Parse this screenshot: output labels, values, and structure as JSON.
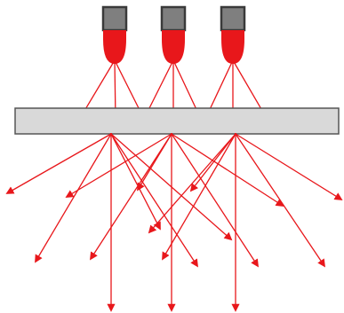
{
  "diagram": {
    "light_sources": [
      {
        "name": "led-left"
      },
      {
        "name": "led-center"
      },
      {
        "name": "led-right"
      }
    ],
    "diffuser_plate": {
      "name": "diffuser-plate"
    },
    "colors": {
      "led_body": "#7f7f7f",
      "led_lens": "#e8171b",
      "led_outline": "#3a3a3a",
      "plate_fill": "#d9d9d9",
      "plate_outline": "#555555",
      "ray": "#e8171b",
      "background": "#ffffff"
    }
  }
}
